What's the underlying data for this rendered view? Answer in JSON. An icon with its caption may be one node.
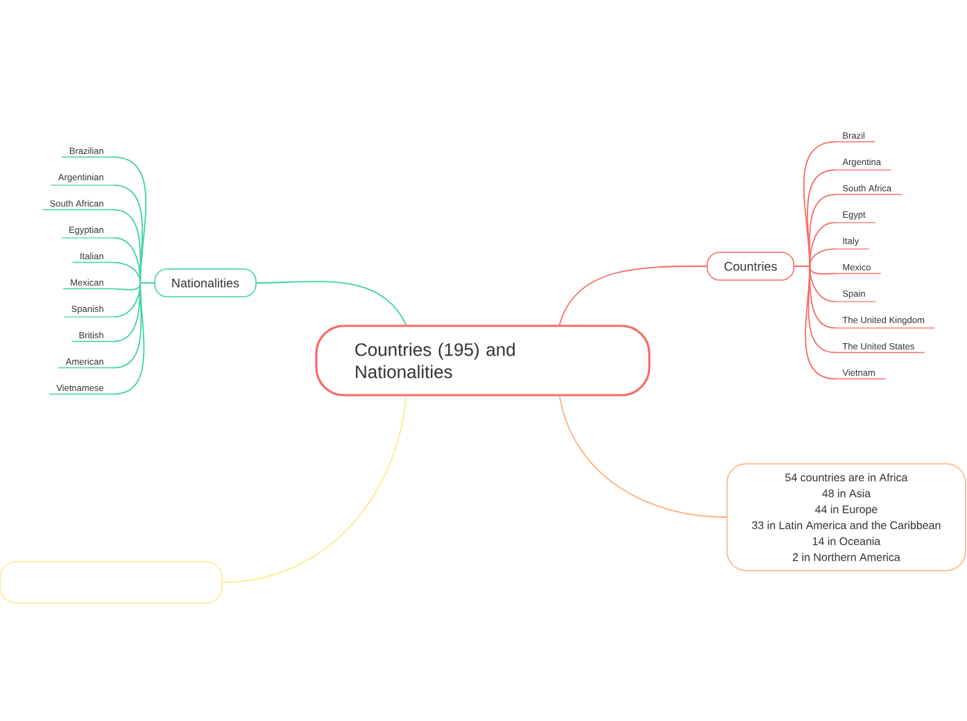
{
  "diagram": {
    "nodes": [
      {
        "text": [
          "Countries (195) and Nationalities"
        ]
      },
      {
        "text": [
          "Nationalities"
        ]
      },
      {
        "text": [
          "Brazilian"
        ]
      },
      {
        "text": [
          "Argentinian"
        ]
      },
      {
        "text": [
          "South African"
        ]
      },
      {
        "text": [
          "Egyptian"
        ]
      },
      {
        "text": [
          "Italian"
        ]
      },
      {
        "text": [
          "Mexican"
        ]
      },
      {
        "text": [
          "Spanish"
        ]
      },
      {
        "text": [
          "British"
        ]
      },
      {
        "text": [
          "American"
        ]
      },
      {
        "text": [
          "Vietnamese"
        ]
      },
      {
        "text": [
          "Countries"
        ]
      },
      {
        "text": [
          "Brazil"
        ]
      },
      {
        "text": [
          "Argentina"
        ]
      },
      {
        "text": [
          "South Africa"
        ]
      },
      {
        "text": [
          "Egypt"
        ]
      },
      {
        "text": [
          "Italy"
        ]
      },
      {
        "text": [
          "Mexico"
        ]
      },
      {
        "text": [
          "Spain"
        ]
      },
      {
        "text": [
          "The United Kingdom"
        ]
      },
      {
        "text": [
          "The United States"
        ]
      },
      {
        "text": [
          "Vietnam"
        ]
      },
      {
        "text": [
          "54 countries are in Africa",
          "48 in Asia",
          "44 in Europe",
          "33 in Latin America and the Caribbean",
          "14 in Oceania",
          "2 in Northern America"
        ]
      },
      {
        "text": [],
        "shape": "box"
      }
    ],
    "edges": [
      {
        "from": 0,
        "to": 1,
        "arrow": "none",
        "color": "#3fd3a0"
      },
      {
        "from": 1,
        "to": 2,
        "arrow": "none",
        "color": "#3fd3a0"
      },
      {
        "from": 1,
        "to": 3,
        "arrow": "none",
        "color": "#3fd3a0"
      },
      {
        "from": 1,
        "to": 4,
        "arrow": "none",
        "color": "#3fd3a0"
      },
      {
        "from": 1,
        "to": 5,
        "arrow": "none",
        "color": "#3fd3a0"
      },
      {
        "from": 1,
        "to": 6,
        "arrow": "none",
        "color": "#3fd3a0"
      },
      {
        "from": 1,
        "to": 7,
        "arrow": "none",
        "color": "#3fd3a0"
      },
      {
        "from": 1,
        "to": 8,
        "arrow": "none",
        "color": "#3fd3a0"
      },
      {
        "from": 1,
        "to": 9,
        "arrow": "none",
        "color": "#3fd3a0"
      },
      {
        "from": 1,
        "to": 10,
        "arrow": "none",
        "color": "#3fd3a0"
      },
      {
        "from": 1,
        "to": 11,
        "arrow": "none",
        "color": "#3fd3a0"
      },
      {
        "from": 0,
        "to": 12,
        "arrow": "none",
        "color": "#f76b66"
      },
      {
        "from": 12,
        "to": 13,
        "arrow": "none",
        "color": "#f76b66"
      },
      {
        "from": 12,
        "to": 14,
        "arrow": "none",
        "color": "#f76b66"
      },
      {
        "from": 12,
        "to": 15,
        "arrow": "none",
        "color": "#f76b66"
      },
      {
        "from": 12,
        "to": 16,
        "arrow": "none",
        "color": "#f76b66"
      },
      {
        "from": 12,
        "to": 17,
        "arrow": "none",
        "color": "#f76b66"
      },
      {
        "from": 12,
        "to": 18,
        "arrow": "none",
        "color": "#f76b66"
      },
      {
        "from": 12,
        "to": 19,
        "arrow": "none",
        "color": "#f76b66"
      },
      {
        "from": 12,
        "to": 20,
        "arrow": "none",
        "color": "#f76b66"
      },
      {
        "from": 12,
        "to": 21,
        "arrow": "none",
        "color": "#f76b66"
      },
      {
        "from": 12,
        "to": 22,
        "arrow": "none",
        "color": "#f76b66"
      },
      {
        "from": 0,
        "to": 23,
        "arrow": "none",
        "color": "#ffb07a"
      },
      {
        "from": 0,
        "to": 24,
        "arrow": "none",
        "color": "#fbeb8c"
      }
    ]
  }
}
